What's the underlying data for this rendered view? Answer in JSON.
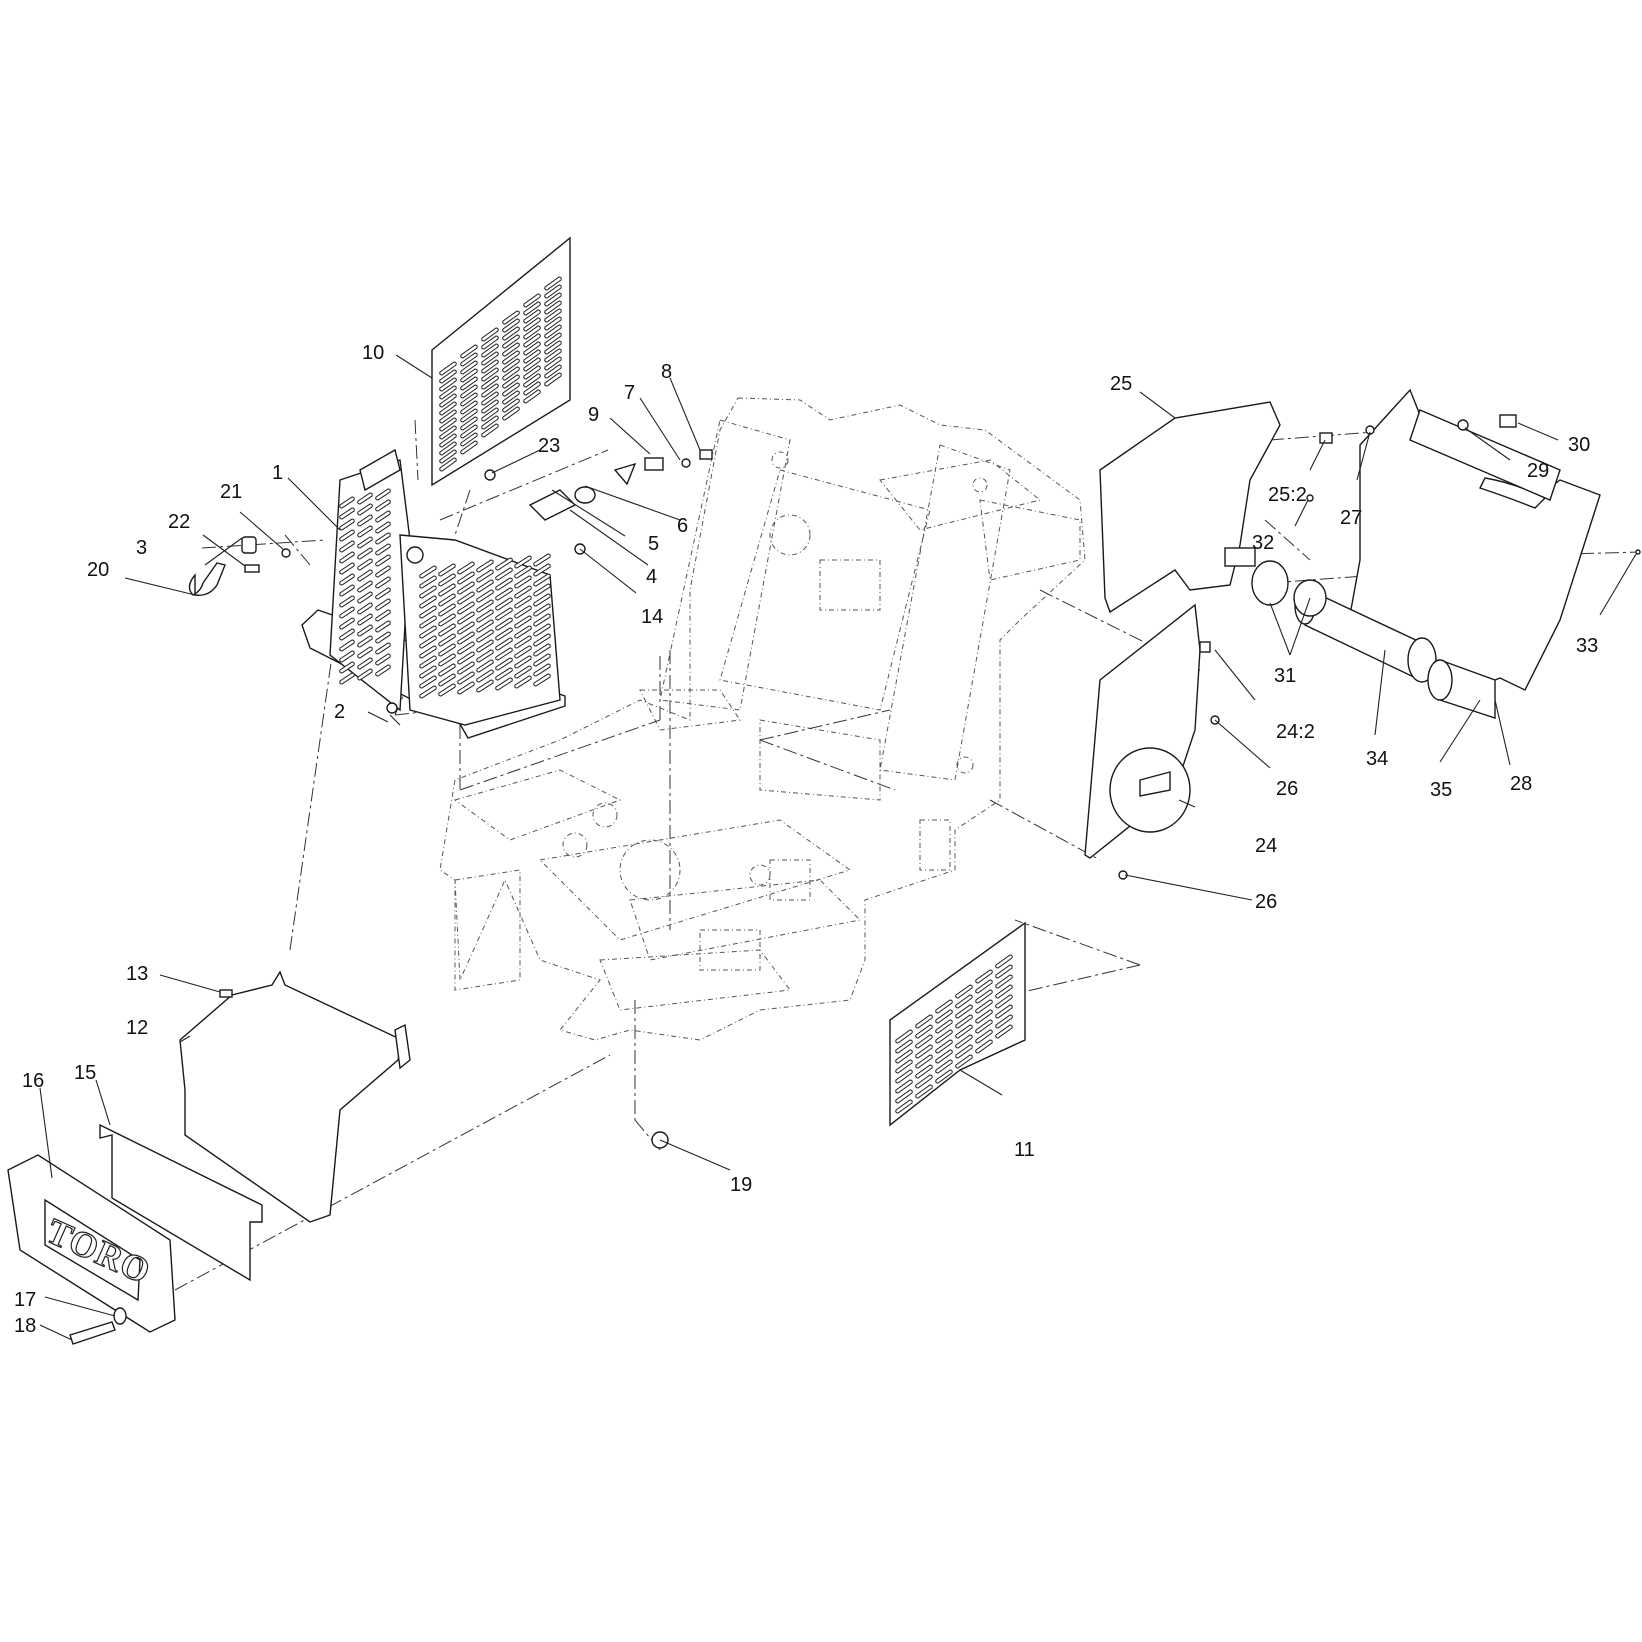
{
  "callouts": {
    "c1": "1",
    "c2": "2",
    "c3": "3",
    "c4": "4",
    "c5": "5",
    "c6": "6",
    "c7": "7",
    "c8": "8",
    "c9": "9",
    "c10": "10",
    "c11": "11",
    "c12": "12",
    "c13": "13",
    "c14": "14",
    "c15": "15",
    "c16": "16",
    "c17": "17",
    "c18": "18",
    "c19": "19",
    "c20": "20",
    "c21": "21",
    "c22": "22",
    "c23": "23",
    "c24": "24",
    "c24_2": "24:2",
    "c25": "25",
    "c25_2": "25:2",
    "c26a": "26",
    "c26b": "26",
    "c27": "27",
    "c28": "28",
    "c29": "29",
    "c30": "30",
    "c31": "31",
    "c32": "32",
    "c33": "33",
    "c34": "34",
    "c35": "35"
  },
  "logo_text": "TORO"
}
